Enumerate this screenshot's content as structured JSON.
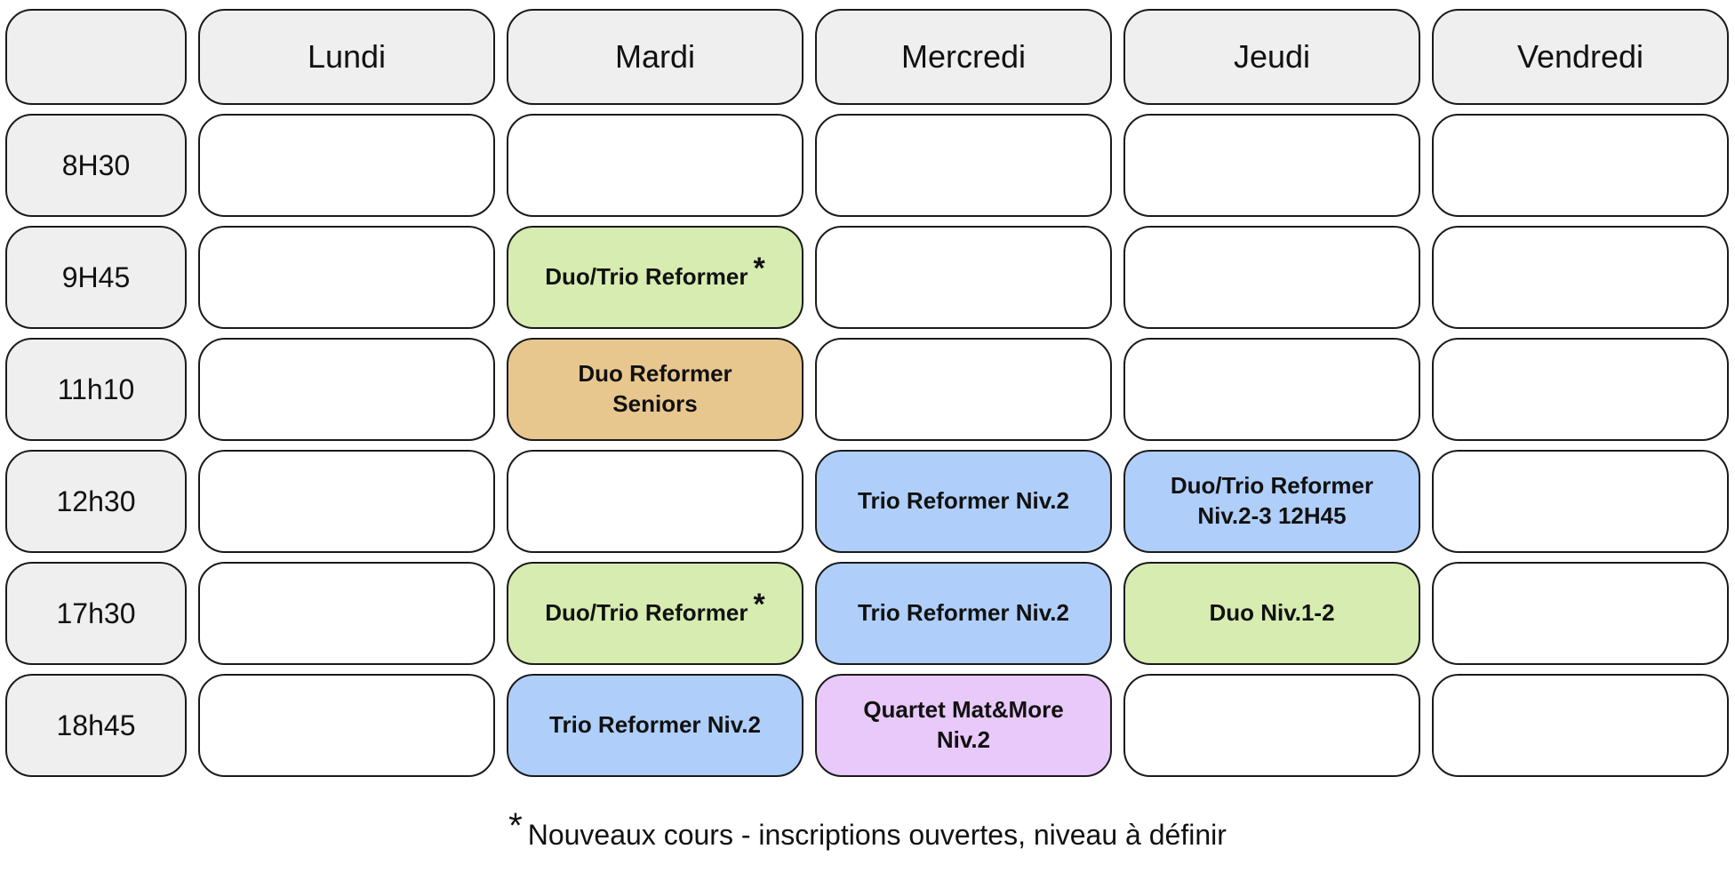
{
  "header": {
    "corner": "",
    "days": [
      "Lundi",
      "Mardi",
      "Mercredi",
      "Jeudi",
      "Vendredi"
    ]
  },
  "rows": [
    {
      "time": "8H30",
      "slots": [
        {
          "text": ""
        },
        {
          "text": ""
        },
        {
          "text": ""
        },
        {
          "text": ""
        },
        {
          "text": ""
        }
      ]
    },
    {
      "time": "9H45",
      "slots": [
        {
          "text": ""
        },
        {
          "line1": "Duo/Trio Reformer",
          "star": "*",
          "color": "green"
        },
        {
          "text": ""
        },
        {
          "text": ""
        },
        {
          "text": ""
        }
      ]
    },
    {
      "time": "11h10",
      "slots": [
        {
          "text": ""
        },
        {
          "line1": "Duo Reformer",
          "line2": "Seniors",
          "color": "orange"
        },
        {
          "text": ""
        },
        {
          "text": ""
        },
        {
          "text": ""
        }
      ]
    },
    {
      "time": "12h30",
      "slots": [
        {
          "text": ""
        },
        {
          "text": ""
        },
        {
          "line1": "Trio Reformer Niv.2",
          "color": "blue"
        },
        {
          "line1": "Duo/Trio Reformer",
          "line2": "Niv.2-3 12H45",
          "color": "blue"
        },
        {
          "text": ""
        }
      ]
    },
    {
      "time": "17h30",
      "slots": [
        {
          "text": ""
        },
        {
          "line1": "Duo/Trio Reformer",
          "star": "*",
          "color": "green"
        },
        {
          "line1": "Trio Reformer Niv.2",
          "color": "blue"
        },
        {
          "line1": "Duo Niv.1-2",
          "color": "green"
        },
        {
          "text": ""
        }
      ]
    },
    {
      "time": "18h45",
      "slots": [
        {
          "text": ""
        },
        {
          "line1": "Trio Reformer Niv.2",
          "color": "blue"
        },
        {
          "line1": "Quartet Mat&More",
          "line2": "Niv.2",
          "color": "purple"
        },
        {
          "text": ""
        },
        {
          "text": ""
        }
      ]
    }
  ],
  "footnote": {
    "star": "*",
    "text": "Nouveaux cours - inscriptions ouvertes, niveau à définir"
  },
  "colors": {
    "green": "#d7ecb0",
    "orange": "#e8c78e",
    "blue": "#afcffa",
    "purple": "#e9c9f9",
    "header_bg": "#efefef"
  }
}
